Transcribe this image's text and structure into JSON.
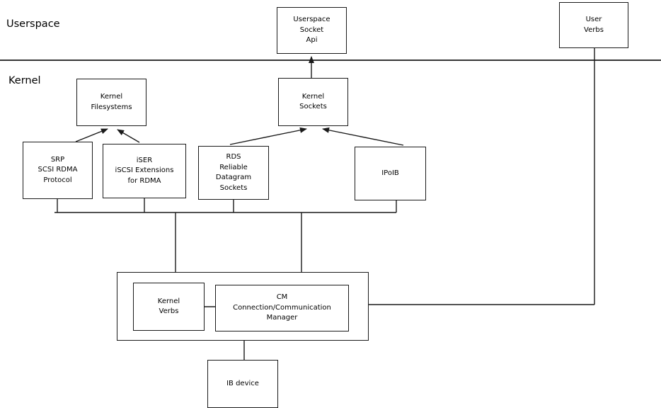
{
  "diagram": {
    "layers": {
      "userspace_label": "Userspace",
      "kernel_label": "Kernel"
    },
    "nodes": {
      "userspace_socket_api": {
        "label": "Userspace\nSocket\nApi"
      },
      "user_verbs": {
        "label": "User\nVerbs"
      },
      "kernel_filesystems": {
        "label": "Kernel\nFilesystems"
      },
      "kernel_sockets": {
        "label": "Kernel\nSockets"
      },
      "srp": {
        "label": "SRP\nSCSI RDMA\nProtocol"
      },
      "iser": {
        "label": "iSER\niSCSI Extensions\nfor RDMA"
      },
      "rds": {
        "label": "RDS\nReliable\nDatagram\nSockets"
      },
      "ipoib": {
        "label": "IPoIB"
      },
      "kernel_verbs": {
        "label": "Kernel\nVerbs"
      },
      "cm": {
        "label": "CM\nConnection/Communication\nManager"
      },
      "ib_device": {
        "label": "IB device"
      }
    },
    "colors": {
      "line": "#1a1a1a",
      "box_border": "#1a1a1a",
      "background": "#ffffff",
      "text": "#000000"
    }
  }
}
